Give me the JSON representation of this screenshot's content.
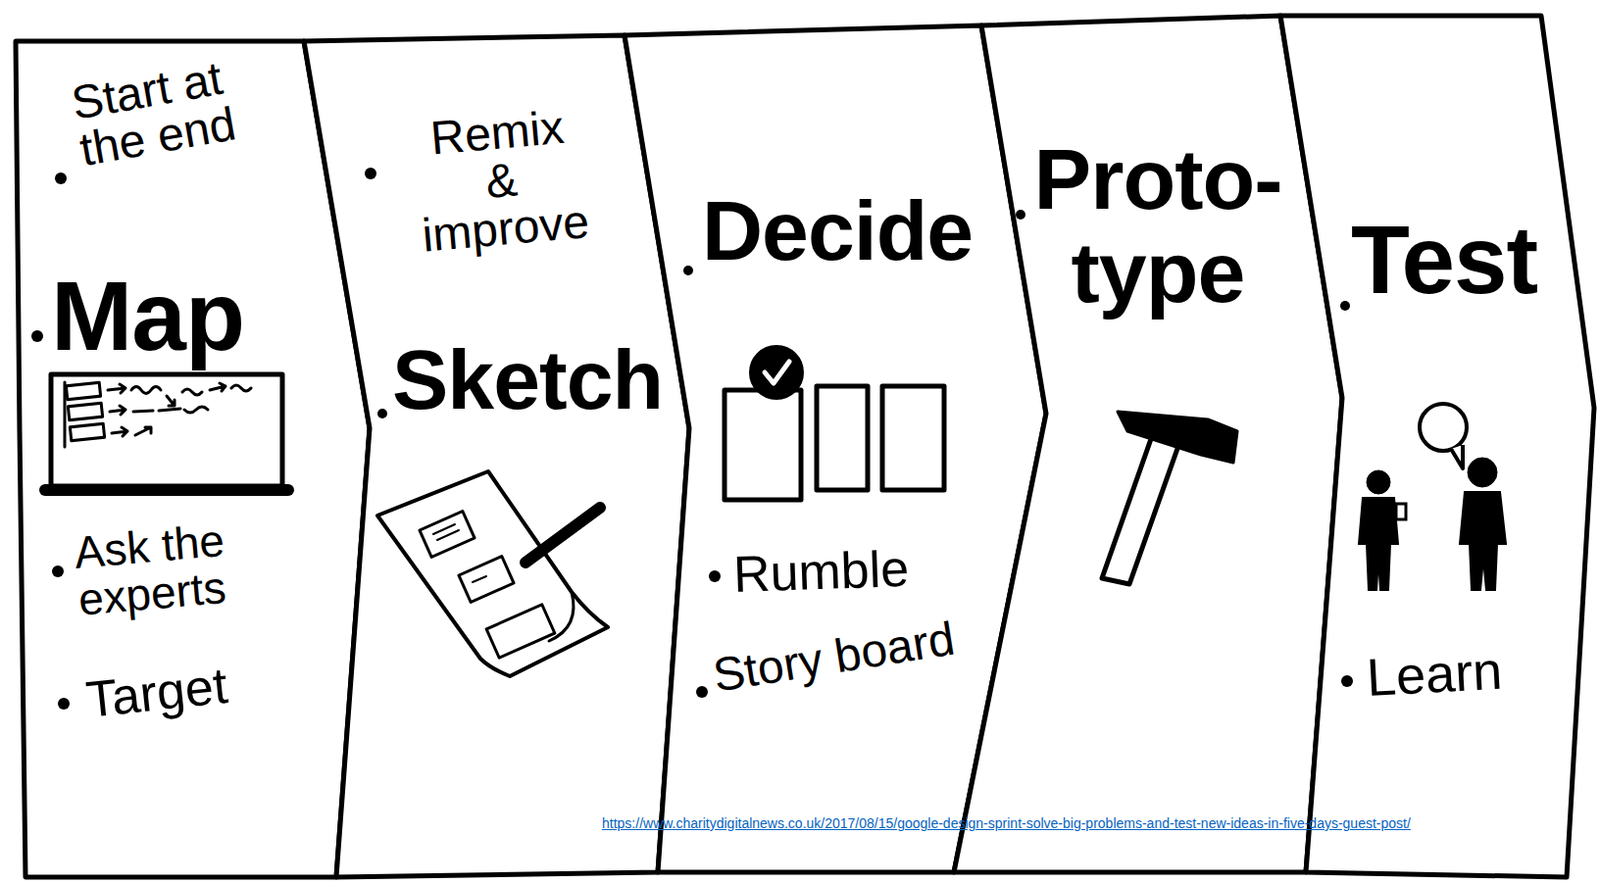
{
  "diagram": {
    "nodes": [
      {
        "text": [
          "Start at the end",
          "Map",
          "Ask the experts",
          "Target"
        ]
      },
      {
        "text": [
          "Remix & improve",
          "Sketch"
        ]
      },
      {
        "text": [
          "Decide",
          "Rumble",
          "Story board"
        ]
      },
      {
        "text": [
          "Proto- type"
        ]
      },
      {
        "text": [
          "Test",
          "Learn"
        ]
      }
    ],
    "labels": [
      "https://www.charitydigitalnews.co.uk/2017/08/15/google-design-sprint-solve-big-problems-and-test-new-ideas-in-five-days-guest-post/"
    ]
  }
}
